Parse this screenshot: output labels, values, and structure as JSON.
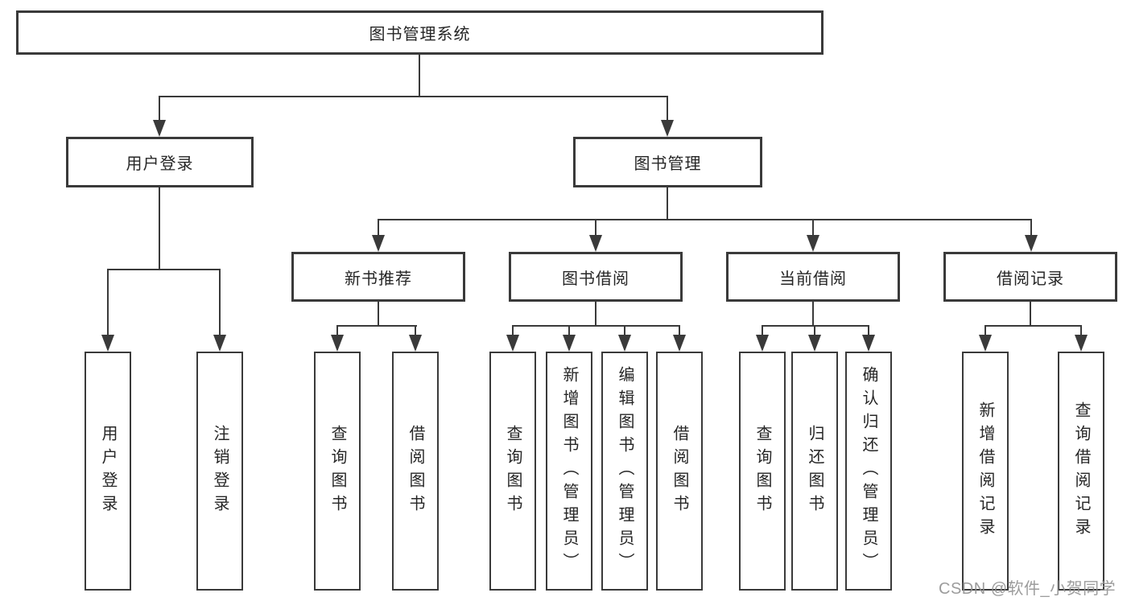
{
  "diagram": {
    "root": {
      "label": "图书管理系统",
      "children": [
        {
          "label": "用户登录",
          "children": [
            {
              "label": "用户登录"
            },
            {
              "label": "注销登录"
            }
          ]
        },
        {
          "label": "图书管理",
          "children": [
            {
              "label": "新书推荐",
              "children": [
                {
                  "label": "查询图书"
                },
                {
                  "label": "借阅图书"
                }
              ]
            },
            {
              "label": "图书借阅",
              "children": [
                {
                  "label": "查询图书"
                },
                {
                  "label": "新增图书（管理员）"
                },
                {
                  "label": "编辑图书（管理员）"
                },
                {
                  "label": "借阅图书"
                }
              ]
            },
            {
              "label": "当前借阅",
              "children": [
                {
                  "label": "查询图书"
                },
                {
                  "label": "归还图书"
                },
                {
                  "label": "确认归还（管理员）"
                }
              ]
            },
            {
              "label": "借阅记录",
              "children": [
                {
                  "label": "新增借阅记录"
                },
                {
                  "label": "查询借阅记录"
                }
              ]
            }
          ]
        }
      ]
    }
  },
  "watermark": {
    "text": "CSDN @软件_小贺同学",
    "color": "#919191"
  },
  "colors": {
    "line": "#3a3a3a",
    "text": "#262626",
    "background": "#ffffff"
  }
}
